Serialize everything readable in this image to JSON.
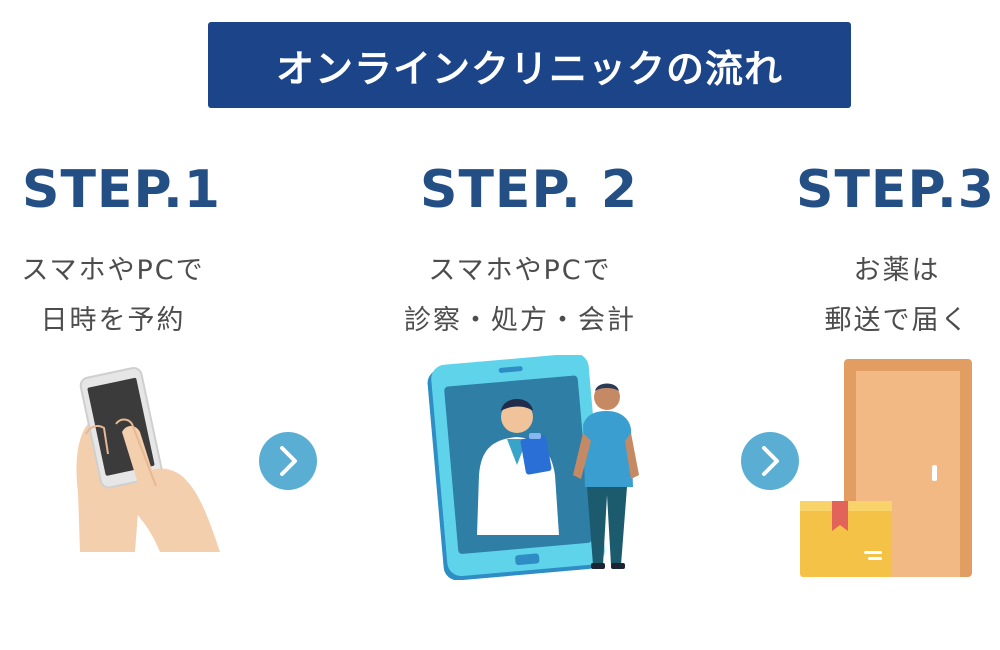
{
  "title": "オンラインクリニックの流れ",
  "colors": {
    "title_bg": "#1c4589",
    "step_label": "#234f84",
    "description_text": "#4d4d4d",
    "arrow_circle": "#5aaed4"
  },
  "steps": [
    {
      "label": "STEP.1",
      "lines": [
        "スマホやPCで",
        "日時を予約"
      ],
      "icon": "hand-smartphone-icon"
    },
    {
      "label": "STEP. 2",
      "lines": [
        "スマホやPCで",
        "診察・処方・会計"
      ],
      "icon": "doctor-video-consultation-icon"
    },
    {
      "label": "STEP.3",
      "lines": [
        "お薬は",
        "郵送で届く"
      ],
      "icon": "door-delivery-box-icon"
    }
  ],
  "arrows": [
    "chevron-right-icon",
    "chevron-right-icon"
  ]
}
